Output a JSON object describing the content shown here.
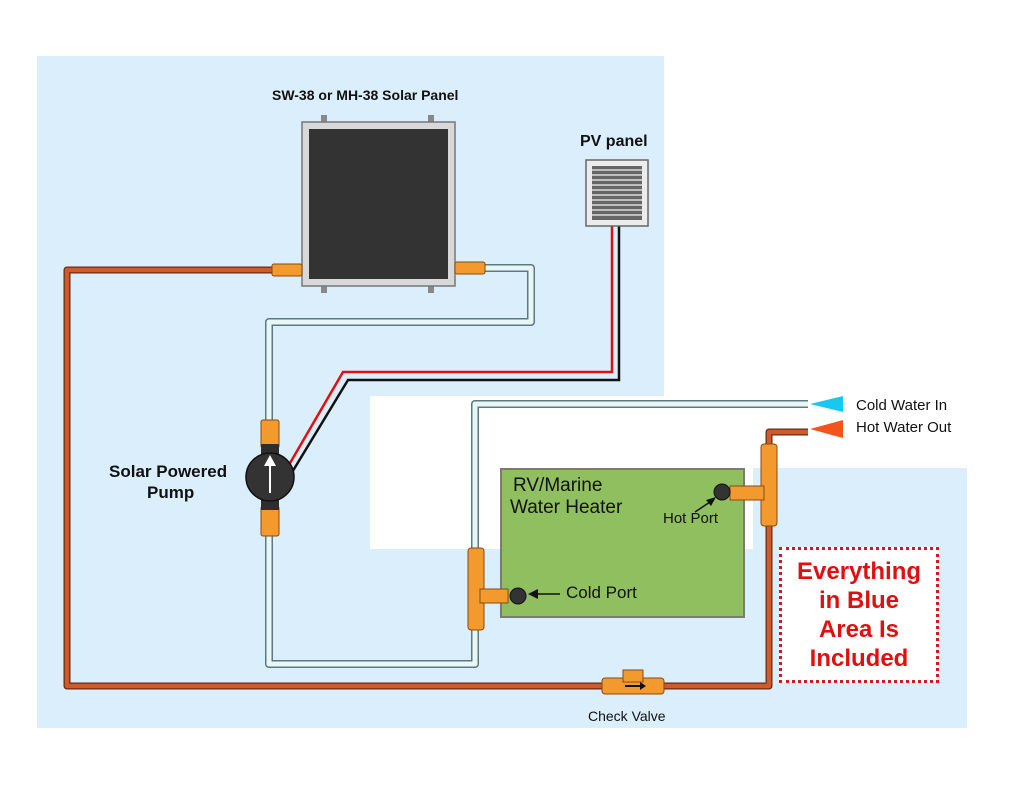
{
  "labels": {
    "solar_panel": "SW-38 or MH-38 Solar Panel",
    "pv_panel": "PV panel",
    "pump_line1": "Solar Powered",
    "pump_line2": "Pump",
    "heater_line1": "RV/Marine",
    "heater_line2": "Water Heater",
    "hot_port": "Hot Port",
    "cold_port": "Cold Port",
    "cold_water_in": "Cold Water In",
    "hot_water_out": "Hot Water Out",
    "check_valve": "Check Valve",
    "included_note": "Everything\nin Blue\nArea Is\nIncluded"
  },
  "colors": {
    "blue_area": "#dbeefb",
    "hot_pipe": "#cf5a2e",
    "cold_pipe": "#e9f6f6",
    "heater_fill": "#8fbf5f",
    "fitting": "#f29a2e",
    "cold_arrow": "#19c8f0",
    "hot_arrow": "#f2541b",
    "note_text": "#e01010"
  }
}
